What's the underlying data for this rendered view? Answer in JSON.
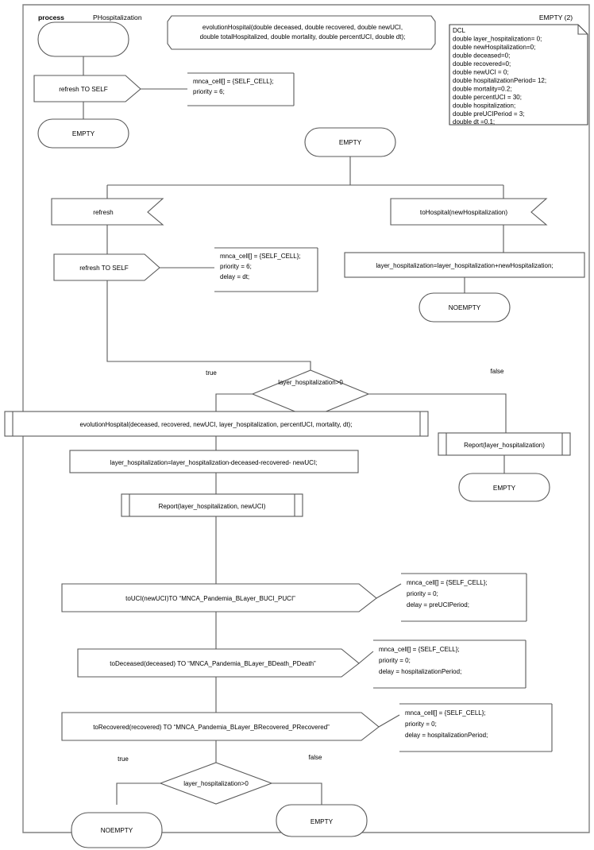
{
  "diagram": {
    "kind": "flowchart",
    "title_keyword": "process",
    "title_name": "PHospitalization",
    "corner_label": "EMPTY (2)"
  },
  "signature_box": {
    "line1": "evolutionHospital(double deceased, double recovered, double newUCI,",
    "line2": "double totalHospitalized, double mortality, double percentUCI, double dt);"
  },
  "dcl_box": {
    "header": "DCL",
    "lines": [
      "double layer_hospitalization= 0;",
      "double newHospitalization=0;",
      "double deceased=0;",
      "double recovered=0;",
      "double newUCI = 0;",
      "double hospitalizationPeriod= 12;",
      "double mortality=0.2;",
      "double percentUCI = 30;",
      "double hospitalization;",
      "double preUCIPeriod = 3;",
      "double dt =0.1;"
    ]
  },
  "nodes": {
    "start_state": "",
    "refresh_to_self_1": "refresh TO SELF",
    "empty_1": "EMPTY",
    "empty_2": "EMPTY",
    "refresh_input": "refresh",
    "refresh_to_self_2": "refresh TO SELF",
    "to_hospital_input": "toHospital(newHospitalization)",
    "layer_add_assign": "layer_hospitalization=layer_hospitalization+newHospitalization;",
    "noempty_1": "NOEMPTY",
    "decision_1": "layer_hospitalization>0",
    "decision_1_true": "true",
    "decision_1_false": "false",
    "evolution_call": "evolutionHospital(deceased, recovered, newUCI, layer_hospitalization, percentUCI, mortality, dt);",
    "layer_sub_assign": "layer_hospitalization=layer_hospitalization-deceased-recovered- newUCI;",
    "report_two": "Report(layer_hospitalization, newUCI)",
    "report_one": "Report(layer_hospitalization)",
    "empty_3": "EMPTY",
    "to_uci": "toUCI(newUCI)TO “MNCA_Pandemia_BLayer_BUCI_PUCI”",
    "to_deceased": "toDeceased(deceased) TO “MNCA_Pandemia_BLayer_BDeath_PDeath”",
    "to_recovered": "toRecovered(recovered) TO “MNCA_Pandemia_BLayer_BRecovered_PRecovered”",
    "decision_2": "layer_hospitalization>0",
    "decision_2_true": "true",
    "decision_2_false": "false",
    "noempty_2": "NOEMPTY",
    "empty_4": "EMPTY"
  },
  "annotations": {
    "ann_1": [
      "mnca_cell[] = {SELF_CELL};",
      "priority = 6;"
    ],
    "ann_2": [
      "mnca_cell[] = {SELF_CELL};",
      "priority = 6;",
      "delay = dt;"
    ],
    "ann_uci": [
      "mnca_cell[] = {SELF_CELL};",
      "priority = 0;",
      "delay = preUCIPeriod;"
    ],
    "ann_deceased": [
      "mnca_cell[] = {SELF_CELL};",
      "priority = 0;",
      "delay = hospitalizationPeriod;"
    ],
    "ann_recovered": [
      "mnca_cell[] = {SELF_CELL};",
      "priority = 0;",
      "delay = hospitalizationPeriod;"
    ]
  },
  "colors": {
    "stroke": "#595959",
    "frame": "#808080",
    "background": "#ffffff",
    "text": "#000000"
  }
}
